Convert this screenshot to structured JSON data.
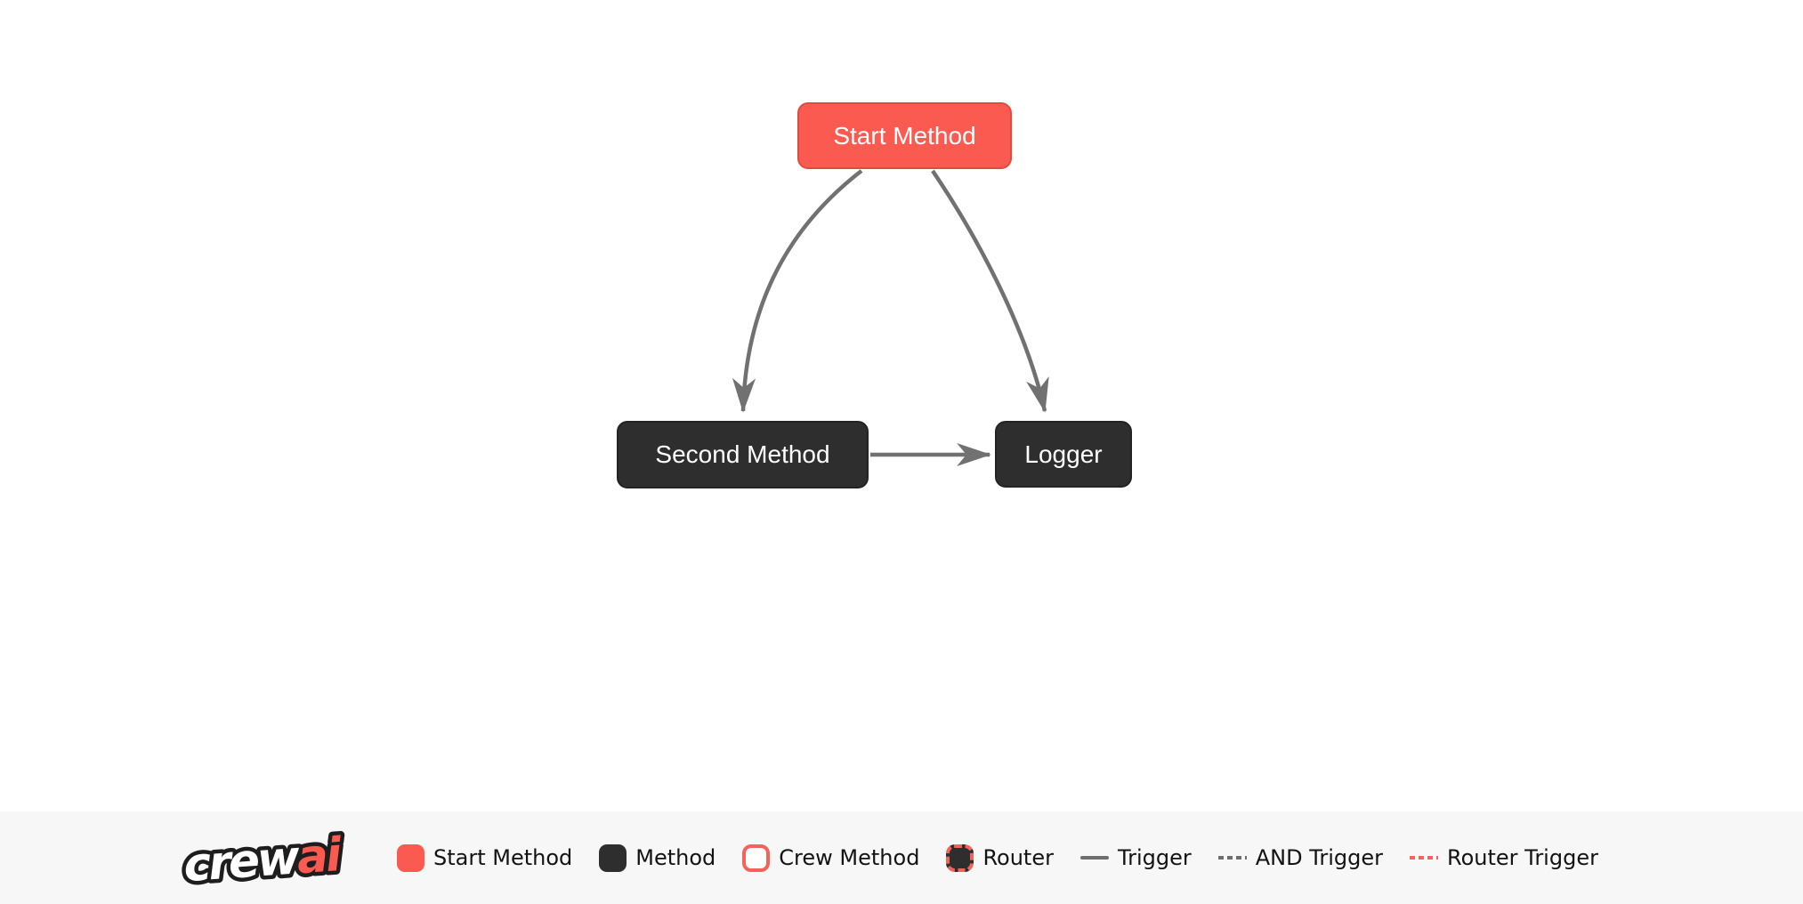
{
  "diagram": {
    "nodes": [
      {
        "id": "start_method",
        "label": "Start Method",
        "type": "start"
      },
      {
        "id": "second_method",
        "label": "Second Method",
        "type": "method"
      },
      {
        "id": "logger",
        "label": "Logger",
        "type": "method"
      }
    ],
    "edges": [
      {
        "from": "Start Method",
        "to": "Second Method",
        "type": "trigger"
      },
      {
        "from": "Start Method",
        "to": "Logger",
        "type": "trigger"
      },
      {
        "from": "Second Method",
        "to": "Logger",
        "type": "trigger"
      }
    ]
  },
  "footer": {
    "logo": {
      "part1": "crew",
      "part2": "ai"
    },
    "legend": [
      {
        "label": "Start Method",
        "swatch": "start-method-swatch"
      },
      {
        "label": "Method",
        "swatch": "method-swatch"
      },
      {
        "label": "Crew Method",
        "swatch": "crew-method-swatch"
      },
      {
        "label": "Router",
        "swatch": "router-swatch"
      },
      {
        "label": "Trigger",
        "swatch": "trigger-line"
      },
      {
        "label": "AND Trigger",
        "swatch": "and-trigger-line"
      },
      {
        "label": "Router Trigger",
        "swatch": "router-trigger-line"
      }
    ]
  },
  "colors": {
    "start_node_fill": "#FB5A50",
    "start_node_border": "#E04B41",
    "method_node_fill": "#2E2E2E",
    "edge_gray": "#717171",
    "router_trigger_red": "#F2655C",
    "footer_background": "#F7F7F8",
    "node_text": "#FFFFFF",
    "legend_text": "#131313"
  }
}
